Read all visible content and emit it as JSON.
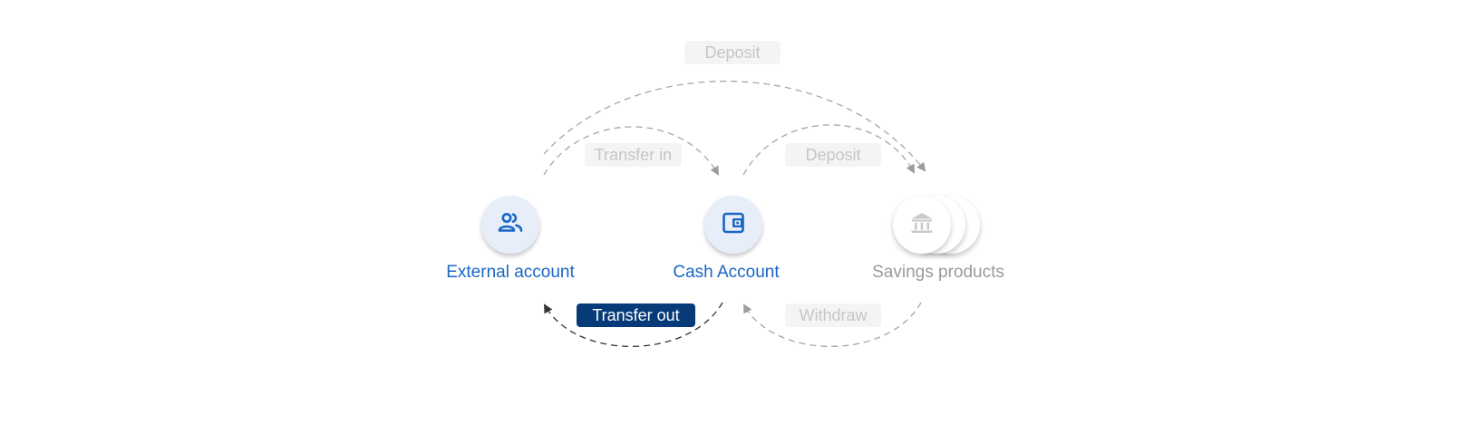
{
  "diagram": {
    "nodes": {
      "external": {
        "label": "External account",
        "icon": "people-icon",
        "state": "active"
      },
      "cash": {
        "label": "Cash Account",
        "icon": "wallet-icon",
        "state": "active"
      },
      "savings": {
        "label": "Savings products",
        "icon": "bank-icon",
        "state": "inactive"
      }
    },
    "flows": {
      "deposit_outer": {
        "label": "Deposit",
        "from": "External account",
        "to": "Savings products",
        "highlighted": false
      },
      "transfer_in": {
        "label": "Transfer in",
        "from": "External account",
        "to": "Cash Account",
        "highlighted": false
      },
      "deposit_inner": {
        "label": "Deposit",
        "from": "Cash Account",
        "to": "Savings products",
        "highlighted": false
      },
      "transfer_out": {
        "label": "Transfer out",
        "from": "Cash Account",
        "to": "External account",
        "highlighted": true
      },
      "withdraw": {
        "label": "Withdraw",
        "from": "Savings products",
        "to": "Cash Account",
        "highlighted": false
      }
    },
    "colors": {
      "accent_blue": "#1a66c5",
      "highlight_navy": "#073a78",
      "muted_text": "#c6c6c6",
      "inactive_label": "#9a9a9a"
    }
  }
}
